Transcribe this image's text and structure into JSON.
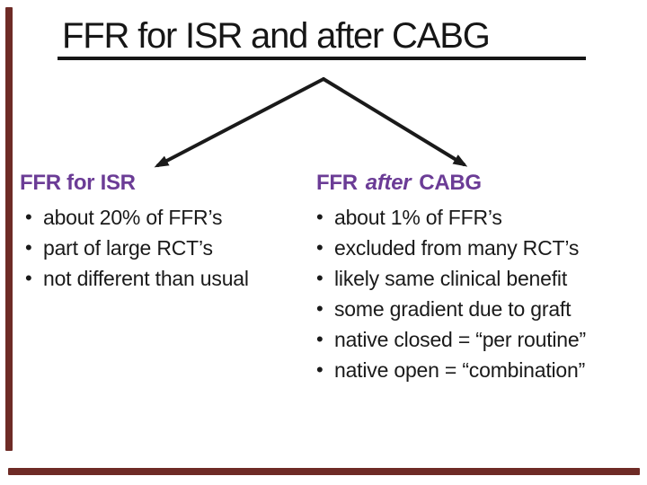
{
  "slide": {
    "title": "FFR for ISR and after CABG"
  },
  "colors": {
    "heading_purple": "#6B3C96",
    "frame_maroon": "#6E2B26",
    "text_black": "#1A1A1A"
  },
  "left_panel": {
    "heading": "FFR for ISR",
    "bullets": [
      "about 20% of FFR’s",
      "part of large RCT’s",
      "not different than usual"
    ]
  },
  "right_panel": {
    "heading_full": "FFR after CABG",
    "heading_pre": "FFR",
    "heading_italic": "after",
    "heading_post": "CABG",
    "bullets": [
      "about 1% of FFR’s",
      "excluded from many RCT’s",
      "likely same clinical benefit",
      "some gradient due to graft",
      "native closed = “per routine”",
      "native open = “combination”"
    ]
  },
  "diagram": {
    "type": "branch-arrows",
    "from": "title",
    "to": [
      "left_panel",
      "right_panel"
    ]
  }
}
